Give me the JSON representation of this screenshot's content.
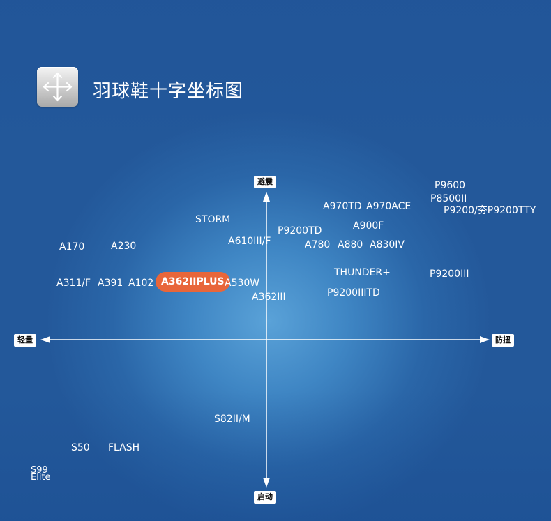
{
  "title": "羽球鞋十字坐标图",
  "axes": {
    "top": "避震",
    "bottom": "启动",
    "left": "轻量",
    "right": "防扭"
  },
  "models": {
    "p9600": "P9600",
    "p8500ii": "P8500II",
    "p9200tty": "P9200/夯P9200TTY",
    "a970td": "A970TD",
    "a970ace": "A970ACE",
    "storm": "STORM",
    "a900f": "A900F",
    "p9200td": "P9200TD",
    "a610iii": "A610III/F",
    "a780": "A780",
    "a880": "A880",
    "a830iv": "A830IV",
    "a170": "A170",
    "a230": "A230",
    "thunder": "THUNDER+",
    "p9200iii": "P9200III",
    "a311": "A311/F",
    "a391": "A391",
    "a102": "A102",
    "a362iiplus": "A362IIPLUS",
    "a530w": "A530W",
    "p9200iiitd": "P9200IIITD",
    "a362iii": "A362III",
    "s82ii": "S82II/M",
    "s50": "S50",
    "flash": "FLASH",
    "s99": "S99",
    "elite": "Elite"
  },
  "highlight_color": "#e8663a",
  "logo_icon": "four-way-arrows-icon"
}
